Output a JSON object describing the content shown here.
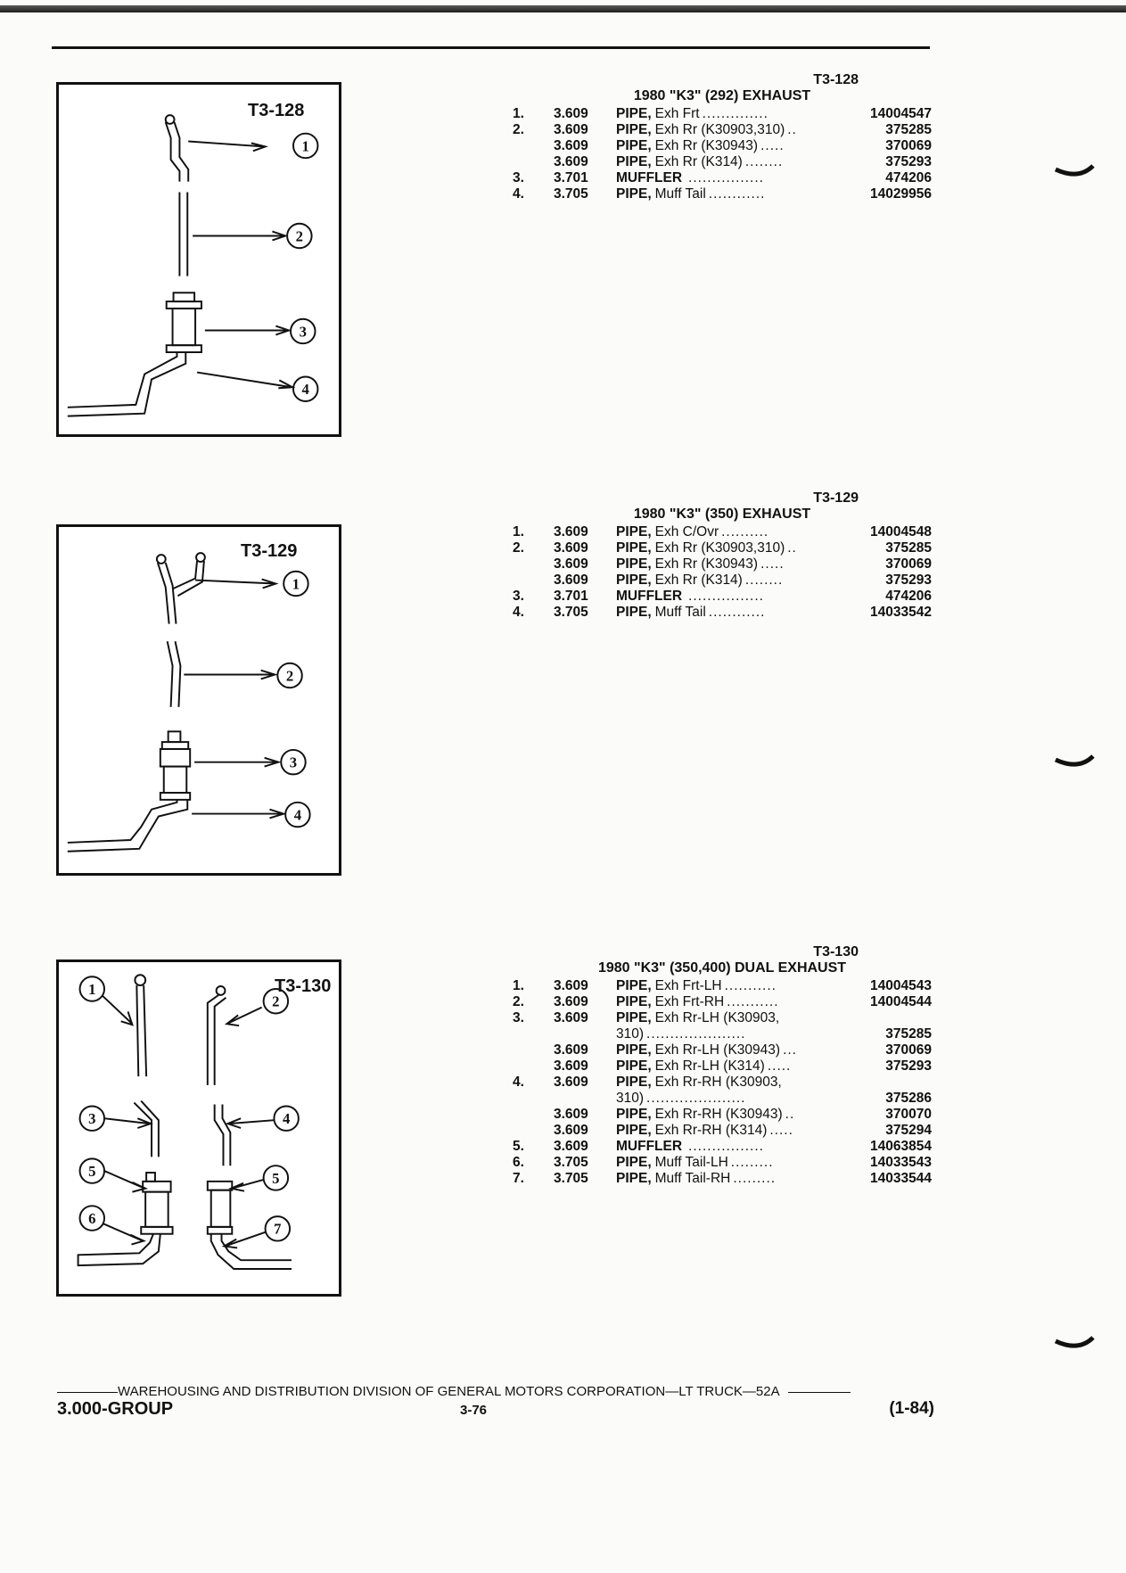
{
  "page": {
    "group": "3.000-GROUP",
    "page_number": "3-76",
    "date": "(1-84)",
    "footer": "WAREHOUSING AND DISTRIBUTION  DIVISION OF GENERAL MOTORS CORPORATION—LT TRUCK—52A"
  },
  "sections": [
    {
      "fig": "T3-128",
      "title": "1980 \"K3\" (292) EXHAUST",
      "callouts": [
        "1",
        "2",
        "3",
        "4"
      ],
      "rows": [
        {
          "no": "1.",
          "group": "3.609",
          "head": "PIPE,",
          "rest": "Exh Frt",
          "dots": " ..............",
          "part": "14004547"
        },
        {
          "no": "2.",
          "group": "3.609",
          "head": "PIPE,",
          "rest": "Exh Rr (K30903,310)",
          "dots": " ..  ",
          "part": "375285"
        },
        {
          "no": "",
          "group": "3.609",
          "head": "PIPE,",
          "rest": "Exh Rr (K30943)",
          "dots": " .....  ",
          "part": "370069"
        },
        {
          "no": "",
          "group": "3.609",
          "head": "PIPE,",
          "rest": "Exh Rr (K314)",
          "dots": " ........  ",
          "part": "375293"
        },
        {
          "no": "3.",
          "group": "3.701",
          "head": "MUFFLER",
          "rest": "",
          "dots": " ................  ",
          "part": "474206"
        },
        {
          "no": "4.",
          "group": "3.705",
          "head": "PIPE,",
          "rest": "Muff Tail",
          "dots": " ............",
          "part": "14029956"
        }
      ]
    },
    {
      "fig": "T3-129",
      "title": "1980 \"K3\" (350) EXHAUST",
      "callouts": [
        "1",
        "2",
        "3",
        "4"
      ],
      "rows": [
        {
          "no": "1.",
          "group": "3.609",
          "head": "PIPE,",
          "rest": "Exh C/Ovr",
          "dots": " ..........",
          "part": "14004548"
        },
        {
          "no": "2.",
          "group": "3.609",
          "head": "PIPE,",
          "rest": "Exh Rr (K30903,310)",
          "dots": " ..  ",
          "part": "375285"
        },
        {
          "no": "",
          "group": "3.609",
          "head": "PIPE,",
          "rest": "Exh Rr (K30943)",
          "dots": " .....  ",
          "part": "370069"
        },
        {
          "no": "",
          "group": "3.609",
          "head": "PIPE,",
          "rest": "Exh Rr (K314)",
          "dots": " ........  ",
          "part": "375293"
        },
        {
          "no": "3.",
          "group": "3.701",
          "head": "MUFFLER",
          "rest": "",
          "dots": " ................  ",
          "part": "474206"
        },
        {
          "no": "4.",
          "group": "3.705",
          "head": "PIPE,",
          "rest": "Muff Tail",
          "dots": " ............",
          "part": "14033542"
        }
      ]
    },
    {
      "fig": "T3-130",
      "title": "1980 \"K3\" (350,400) DUAL EXHAUST",
      "callouts": [
        "1",
        "2",
        "3",
        "4",
        "5",
        "6",
        "5",
        "7"
      ],
      "rows": [
        {
          "no": "1.",
          "group": "3.609",
          "head": "PIPE,",
          "rest": "Exh Frt-LH",
          "dots": " ...........",
          "part": "14004543"
        },
        {
          "no": "2.",
          "group": "3.609",
          "head": "PIPE,",
          "rest": "Exh Frt-RH",
          "dots": " ...........",
          "part": "14004544"
        },
        {
          "no": "3.",
          "group": "3.609",
          "head": "PIPE,",
          "rest": "Exh Rr-LH (K30903,",
          "dots": "",
          "part": ""
        },
        {
          "no": "",
          "group": "",
          "head": "",
          "rest": "310)",
          "dots": " .....................  ",
          "part": "375285"
        },
        {
          "no": "",
          "group": "3.609",
          "head": "PIPE,",
          "rest": "Exh Rr-LH (K30943)",
          "dots": " ...  ",
          "part": "370069"
        },
        {
          "no": "",
          "group": "3.609",
          "head": "PIPE,",
          "rest": "Exh Rr-LH (K314)",
          "dots": " .....  ",
          "part": "375293"
        },
        {
          "no": "4.",
          "group": "3.609",
          "head": "PIPE,",
          "rest": "Exh Rr-RH (K30903,",
          "dots": "",
          "part": ""
        },
        {
          "no": "",
          "group": "",
          "head": "",
          "rest": "310)",
          "dots": " .....................  ",
          "part": "375286"
        },
        {
          "no": "",
          "group": "3.609",
          "head": "PIPE,",
          "rest": "Exh Rr-RH (K30943)",
          "dots": " ..  ",
          "part": "370070"
        },
        {
          "no": "",
          "group": "3.609",
          "head": "PIPE,",
          "rest": "Exh Rr-RH (K314)",
          "dots": " .....  ",
          "part": "375294"
        },
        {
          "no": "5.",
          "group": "3.609",
          "head": "MUFFLER",
          "rest": "",
          "dots": " ................",
          "part": "14063854"
        },
        {
          "no": "6.",
          "group": "3.705",
          "head": "PIPE,",
          "rest": "Muff Tail-LH",
          "dots": " .........",
          "part": "14033543"
        },
        {
          "no": "7.",
          "group": "3.705",
          "head": "PIPE,",
          "rest": "Muff Tail-RH",
          "dots": " .........",
          "part": "14033544"
        }
      ]
    }
  ]
}
